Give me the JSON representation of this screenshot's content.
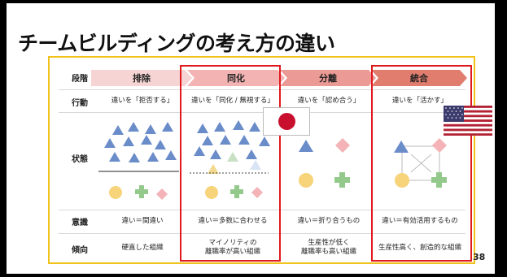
{
  "title": "チームビルディングの考え方の違い",
  "page_number": "38",
  "row_labels": {
    "stage": "段階",
    "action": "行動",
    "state": "状態",
    "awareness": "意識",
    "tendency": "傾向"
  },
  "stages": [
    {
      "name": "排除",
      "action": "違いを「拒否する」",
      "awareness": "違い＝間違い",
      "tendency": "硬直した組織",
      "header_color": "#f6d4d4"
    },
    {
      "name": "同化",
      "action": "違いを「同化 / 無視する」",
      "awareness": "違い＝多数に合わせる",
      "tendency_line1": "マイノリティの",
      "tendency_line2": "離職率が高い組織",
      "header_color": "#f3b3b3"
    },
    {
      "name": "分離",
      "action": "違いを「認め合う」",
      "awareness": "違い＝折り合うもの",
      "tendency_line1": "生産性が低く",
      "tendency_line2": "離職率も高い組織",
      "header_color": "#ec9a96"
    },
    {
      "name": "統合",
      "action": "違いを「活かす」",
      "awareness": "違い＝有効活用するもの",
      "tendency": "生産性高く、創造的な組織",
      "header_color": "#e07d6f"
    }
  ],
  "colors": {
    "triangle": "#6a8cc9",
    "diamond": "#f3b3b7",
    "circle": "#f7d37a",
    "cross": "#93c98b",
    "highlight": "#e0191f",
    "panel_border": "#f1c21b"
  },
  "flags": {
    "left": "japan-flag",
    "right": "usa-flag"
  }
}
